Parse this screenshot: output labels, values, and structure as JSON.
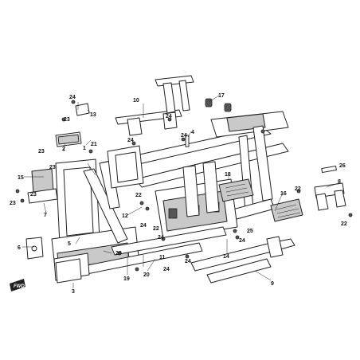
{
  "labels": {
    "l1": "1",
    "l2": "2",
    "l3": "3",
    "l4": "4",
    "l5": "5",
    "l6": "6",
    "l7": "7",
    "l8": "8",
    "l9": "9",
    "l10": "10",
    "l11": "11",
    "l12": "12",
    "l13": "13",
    "l14": "14",
    "l15": "15",
    "l16": "16",
    "l17": "17",
    "l18": "18",
    "l19": "19",
    "l20a": "20",
    "l20b": "20",
    "l21": "21",
    "l22a": "22",
    "l22b": "22",
    "l22c": "22",
    "l22d": "22",
    "l23a": "23",
    "l23b": "23",
    "l23c": "23",
    "l23d": "23",
    "l23e": "23",
    "l24a": "24",
    "l24b": "24",
    "l24c": "24",
    "l24d": "24",
    "l24e": "24",
    "l24f": "24",
    "l24g": "24",
    "l24h": "24",
    "l24i": "24",
    "l25": "25",
    "l26": "26"
  },
  "forward_mark": "FWD",
  "colors": {
    "line": "#222222",
    "shade": "#c9c9c9",
    "background": "#ffffff"
  }
}
